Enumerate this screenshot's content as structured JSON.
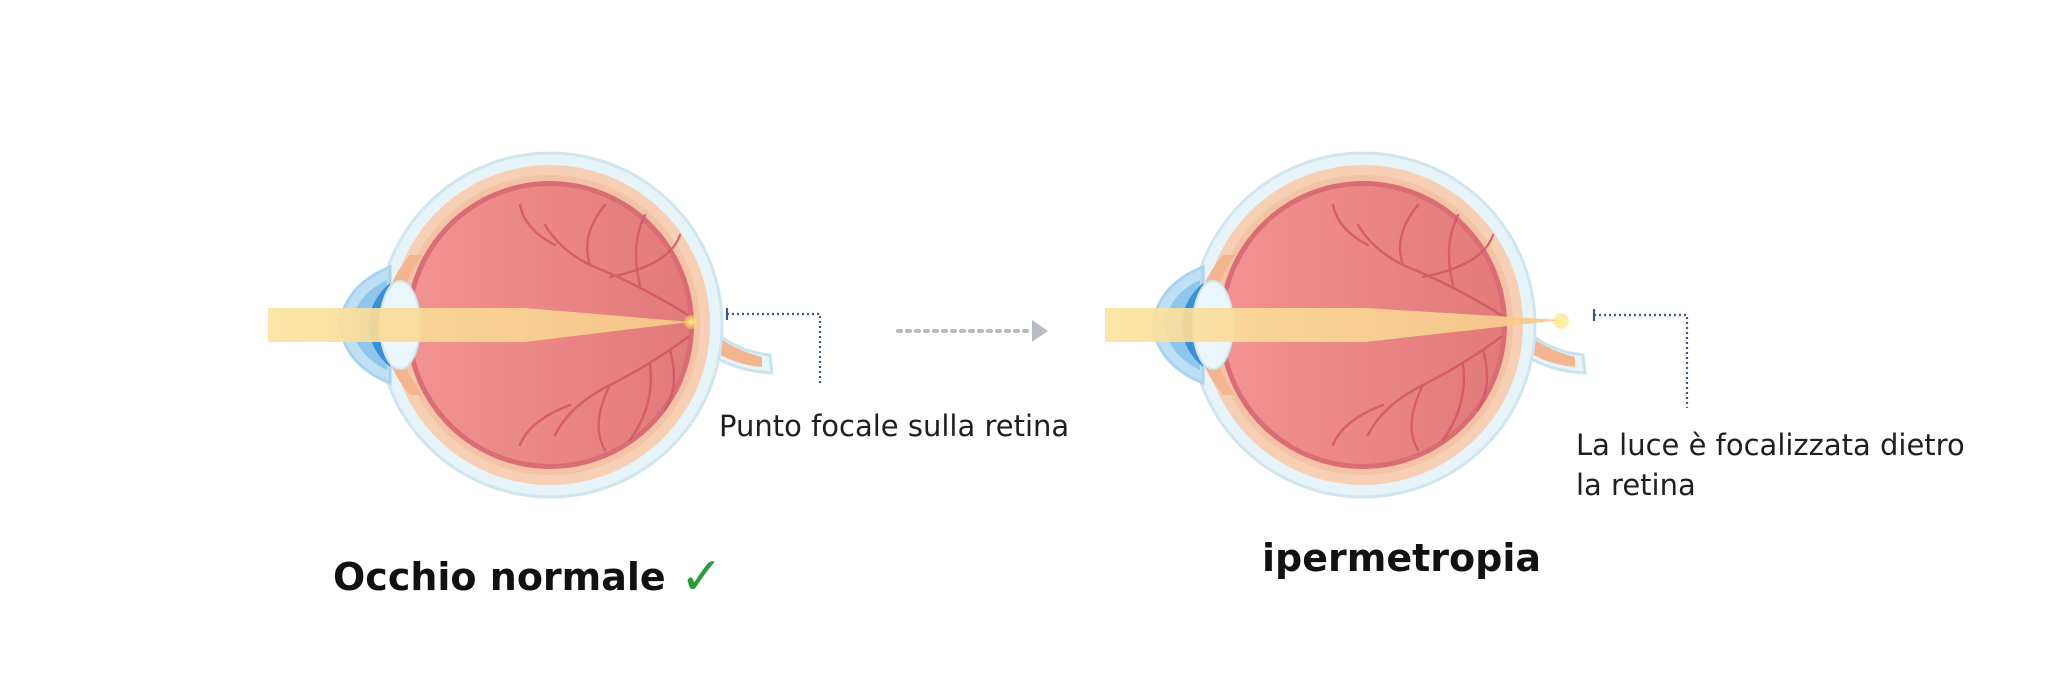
{
  "left_panel": {
    "title": "Occhio normale",
    "check_mark": "✓",
    "focus_label": "Punto focale sulla retina"
  },
  "right_panel": {
    "title": "ipermetropia",
    "focus_label": "La luce è focalizzata dietro la retina"
  },
  "colors": {
    "sclera_outer": "#dff0f7",
    "choroid": "#f4c4a4",
    "vitreous": "#ee8a8a",
    "vessels": "#d0505f",
    "cornea": "#9fd0ee",
    "iris": "#3a8fd6",
    "light_beam": "#fbe6a6",
    "focal_point": "#ffd84d",
    "check": "#2e9a3e",
    "leader_line": "#3d5a80"
  }
}
